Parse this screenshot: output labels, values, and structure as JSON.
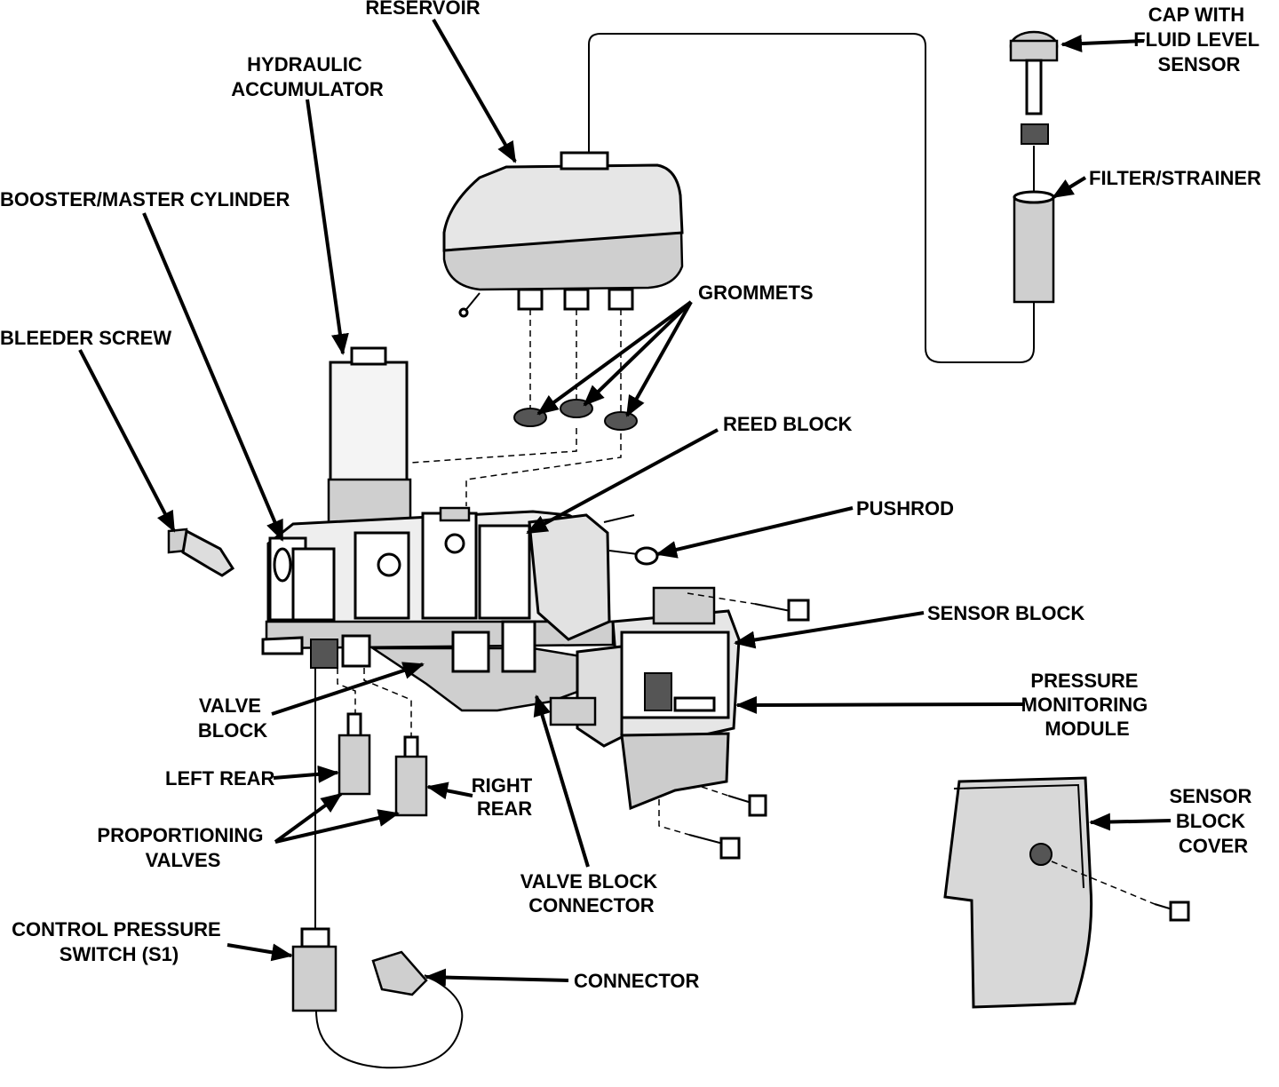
{
  "labels": {
    "reservoir": "RESERVOIR",
    "hydraulic_accumulator": [
      "HYDRAULIC",
      "ACCUMULATOR"
    ],
    "cap_with_sensor": [
      "CAP WITH",
      "FLUID LEVEL",
      "SENSOR"
    ],
    "filter_strainer": "FILTER/STRAINER",
    "booster_master_cylinder": "BOOSTER/MASTER CYLINDER",
    "grommets": "GROMMETS",
    "bleeder_screw": "BLEEDER SCREW",
    "reed_block": "REED BLOCK",
    "pushrod": "PUSHROD",
    "sensor_block": "SENSOR BLOCK",
    "pressure_monitoring_module": [
      "PRESSURE",
      "MONITORING",
      "MODULE"
    ],
    "valve_block": [
      "VALVE",
      "BLOCK"
    ],
    "left_rear": "LEFT REAR",
    "right_rear": [
      "RIGHT",
      "REAR"
    ],
    "proportioning_valves": [
      "PROPORTIONING",
      "VALVES"
    ],
    "sensor_block_cover": [
      "SENSOR",
      "BLOCK",
      "COVER"
    ],
    "valve_block_connector": [
      "VALVE BLOCK",
      "CONNECTOR"
    ],
    "control_pressure_switch": [
      "CONTROL PRESSURE",
      "SWITCH (S1)"
    ],
    "connector": "CONNECTOR"
  }
}
